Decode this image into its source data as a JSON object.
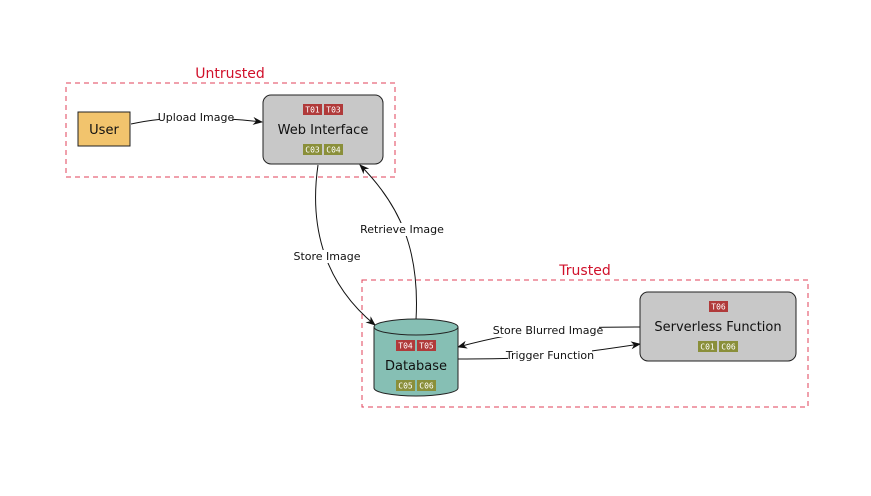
{
  "zones": {
    "untrusted": {
      "label": "Untrusted"
    },
    "trusted": {
      "label": "Trusted"
    }
  },
  "nodes": {
    "user": {
      "label": "User",
      "color": "#f2c46d"
    },
    "web_interface": {
      "label": "Web Interface",
      "color": "#c8c8c8",
      "threats": [
        "T01",
        "T03"
      ],
      "controls": [
        "C03",
        "C04"
      ]
    },
    "database": {
      "label": "Database",
      "color": "#86bfb4",
      "threats": [
        "T04",
        "T05"
      ],
      "controls": [
        "C05",
        "C06"
      ]
    },
    "serverless": {
      "label": "Serverless Function",
      "color": "#c8c8c8",
      "threats": [
        "T06"
      ],
      "controls": [
        "C01",
        "C06"
      ]
    }
  },
  "edges": {
    "upload": {
      "label": "Upload Image"
    },
    "store": {
      "label": "Store Image"
    },
    "retrieve": {
      "label": "Retrieve Image"
    },
    "store_blurred": {
      "label": "Store Blurred Image"
    },
    "trigger": {
      "label": "Trigger Function"
    }
  },
  "colors": {
    "zone_border": "#e0405a",
    "threat_badge": "#b03a3a",
    "control_badge": "#8a8f3a"
  }
}
